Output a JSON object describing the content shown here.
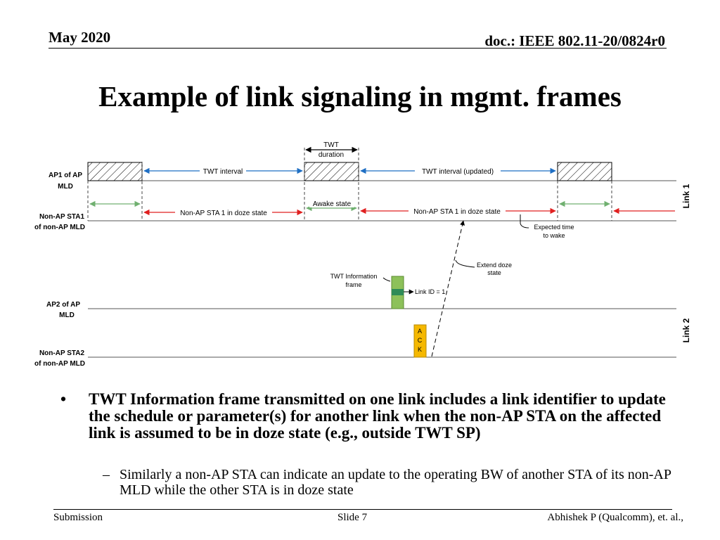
{
  "header": {
    "date": "May 2020",
    "doc_id": "doc.: IEEE 802.11-20/0824r0"
  },
  "title": "Example of link signaling in mgmt. frames",
  "diagram": {
    "row_labels": {
      "ap1": [
        "AP1 of AP",
        "MLD"
      ],
      "sta1": [
        "Non-AP STA1",
        "of non-AP MLD"
      ],
      "ap2": [
        "AP2 of AP",
        "MLD"
      ],
      "sta2": [
        "Non-AP STA2",
        "of non-AP MLD"
      ]
    },
    "link_labels": {
      "link1": "Link 1",
      "link2": "Link 2"
    },
    "twt_duration": [
      "TWT",
      "duration"
    ],
    "twt_interval": "TWT interval",
    "twt_interval_updated": "TWT interval (updated)",
    "awake_state": "Awake state",
    "doze_state_1": "Non-AP STA 1 in doze state",
    "doze_state_2": "Non-AP STA 1 in doze state",
    "expected_wake": [
      "Expected time",
      "to wake"
    ],
    "extend_doze": [
      "Extend doze",
      "state"
    ],
    "twt_info_frame": [
      "TWT Information",
      "frame"
    ],
    "link_id": "Link ID = 1",
    "ack": [
      "A",
      "C",
      "K"
    ],
    "colors": {
      "twt_interval_arrow": "#1f6fc4",
      "doze_arrow": "#e02020",
      "awake_arrow": "#70b070",
      "twt_info_frame": "#8dc15a",
      "link_id_field": "#2e8b57",
      "ack_box": "#f5b800"
    }
  },
  "bullets": {
    "main": "TWT Information frame transmitted on one link includes a link identifier to update the schedule or parameter(s) for another link when the non-AP STA on the affected link is assumed to be in doze state (e.g., outside TWT SP)",
    "sub": "Similarly a non-AP STA can indicate an update to the operating BW of another STA of its non-AP MLD while the other STA is in doze state"
  },
  "footer": {
    "left": "Submission",
    "center": "Slide 7",
    "right": "Abhishek P (Qualcomm), et. al.,"
  }
}
